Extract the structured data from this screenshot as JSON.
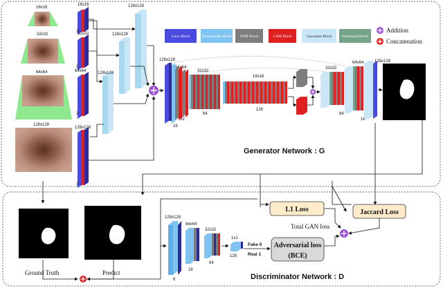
{
  "generator": {
    "title": "Generator Network : G",
    "input_scales": [
      "16x16",
      "32x32",
      "64x64",
      "128x128"
    ],
    "branch_tops": [
      "16x16",
      "32x32",
      "64x64",
      "128x128"
    ],
    "branch_mid_labels": [
      "128x128",
      "128x128",
      "128x128"
    ],
    "channel_labels": [
      "3",
      "3",
      "3",
      "3"
    ],
    "unet_labels": {
      "enc1_top": "128x128",
      "enc2_top": "64x64",
      "enc3_top": "32x32",
      "bottleneck_top": "16x16",
      "enc1_bottom": "16",
      "enc2_bottom": "32",
      "enc3_bottom": "64",
      "bottleneck_bottom": "128",
      "dec3_top": "32x32",
      "dec2_top": "64x64",
      "dec1_top": "128x128",
      "dec3_bottom": "64",
      "dec2_bottom": "16"
    }
  },
  "legend": {
    "items": [
      {
        "label": "Conv Block",
        "color": "#4a4ae0"
      },
      {
        "label": "Downsample Block",
        "color": "#7ec3f2"
      },
      {
        "label": "PAM Block",
        "color": "#7d7d7d"
      },
      {
        "label": "CAM Block",
        "color": "#e02020"
      },
      {
        "label": "Upsample Block",
        "color": "#c8e6f6"
      },
      {
        "label": "Factorized Block",
        "color": "#74a58a"
      }
    ],
    "addition": "Addition",
    "concatenation": "Concatenation"
  },
  "discriminator": {
    "title": "Discriminator Network : D",
    "ground_truth": "Ground Truth",
    "predict": "Predict",
    "layer_tops": [
      "128x128",
      "64x64",
      "32x32",
      "1x1"
    ],
    "layer_bottoms": [
      "6",
      "16",
      "64",
      "128"
    ],
    "fake": "Fake 0",
    "real": "Real 1",
    "adv_loss_line1": "Adversarial loss",
    "adv_loss_line2": "(BCE)"
  },
  "losses": {
    "l1": "L1 Loss",
    "jaccard": "Jaccard Loss",
    "total": "Total GAN loss"
  },
  "colors": {
    "conv": "#4a4ae0",
    "down": "#7ec3f2",
    "pam": "#7d7d7d",
    "cam": "#e02020",
    "up": "#c8e6f6",
    "fact": "#74a58a",
    "skin": "#b58a7a",
    "green": "#8ee88e",
    "loss_box": "#fdebc9",
    "add": "#9b4fd6"
  }
}
